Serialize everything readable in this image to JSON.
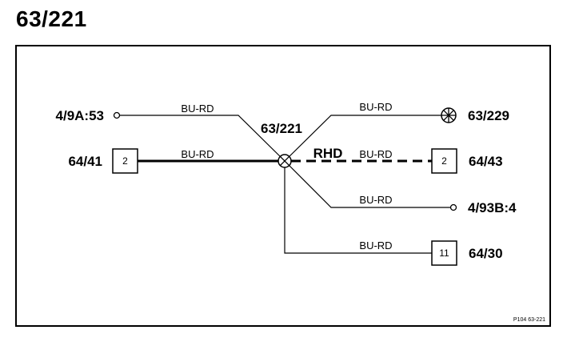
{
  "title": "63/221",
  "splice_label": "63/221",
  "rhd_label": "RHD",
  "reference": "P104 63-221",
  "wire_color": "BU-RD",
  "connections": {
    "left_top": {
      "name": "4/9A:53"
    },
    "left_mid": {
      "name": "64/41",
      "pin": "2"
    },
    "right_top": {
      "name": "63/229"
    },
    "right_mid": {
      "name": "64/43",
      "pin": "2"
    },
    "right_low": {
      "name": "4/93B:4"
    },
    "right_bottom": {
      "name": "64/30",
      "pin": "11"
    }
  },
  "wires": [
    {
      "id": "w-left-top",
      "label": "BU-RD"
    },
    {
      "id": "w-left-mid",
      "label": "BU-RD"
    },
    {
      "id": "w-right-top",
      "label": "BU-RD"
    },
    {
      "id": "w-right-mid",
      "label": "BU-RD"
    },
    {
      "id": "w-right-low",
      "label": "BU-RD"
    },
    {
      "id": "w-right-bottom",
      "label": "BU-RD"
    }
  ]
}
